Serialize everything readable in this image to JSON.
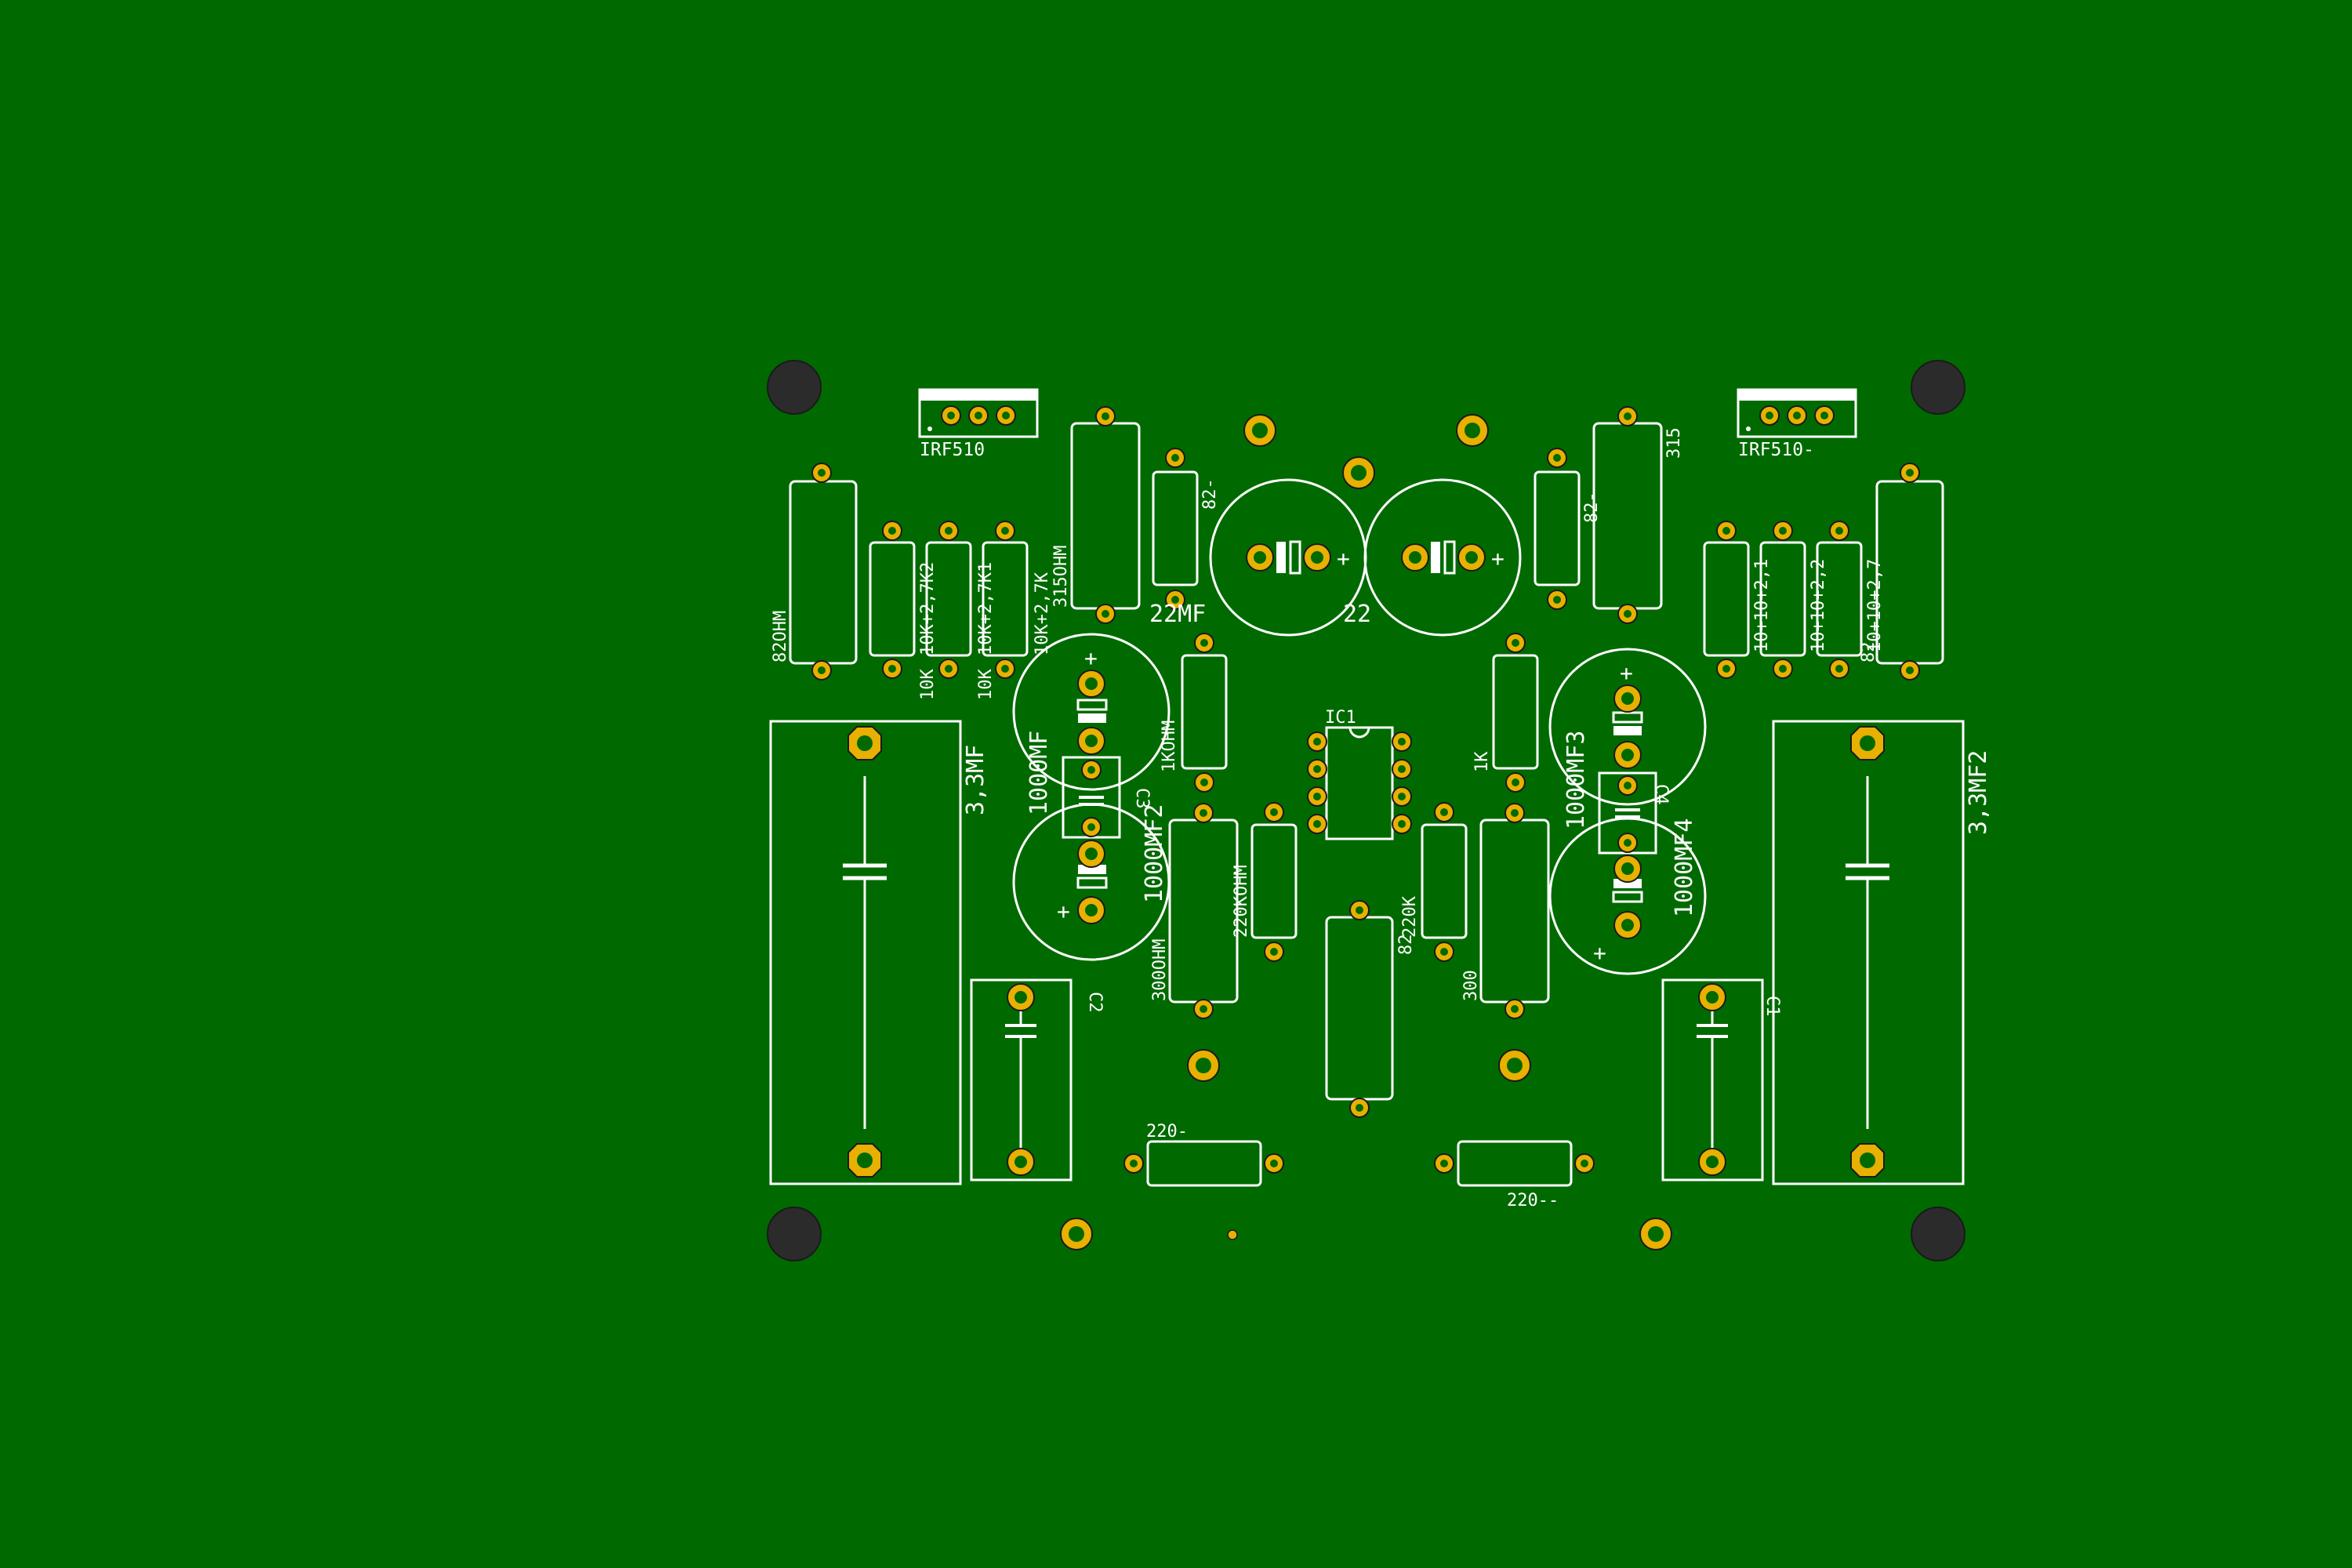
{
  "board": {
    "background": "#006a00",
    "silk_color": "#ffffff",
    "pad_color": "#e8b000",
    "hole_color": "#2b2b2b"
  },
  "labels": {
    "q1": "IRF510",
    "q2": "IRF510-",
    "r_82ohm": "82OHM",
    "r_10k_a": "10K",
    "r_10k27_a": "10K+2,7K2",
    "r_10k_b": "10K",
    "r_10k27_b": "10K+2,7K1",
    "r_10k27_c": "10K+2,7K",
    "r_315ohm": "315OHM",
    "r_82m": "82-",
    "c_22mf": "22MF",
    "c_22": "22",
    "r_82m2": "82-",
    "r_315": "315",
    "r_10p10_a": "10+10+2,1",
    "r_10p10_b": "10+10+2,2",
    "r_82r": "82",
    "r_10p10_c": "10+10+2,7",
    "c_1000mf": "1000MF",
    "c3": "C3",
    "r_1kohm": "1KOHM",
    "ic1": "IC1",
    "r_1k": "1K",
    "c_1000mf3": "1000MF3",
    "c4": "C4",
    "c_33mf": "3,3MF",
    "c_1000mf2": "1000MF2",
    "c_1000mf4": "1000MF4",
    "c_33mf2": "3,3MF2",
    "r_300ohm": "300OHM",
    "r_220kohm": "220KOHM",
    "r_82b": "82",
    "r_220k": "220K",
    "r_300": "300",
    "c2": "C2",
    "c1": "C1",
    "r_220a": "220-",
    "r_220b": "220--",
    "plus": "+"
  }
}
